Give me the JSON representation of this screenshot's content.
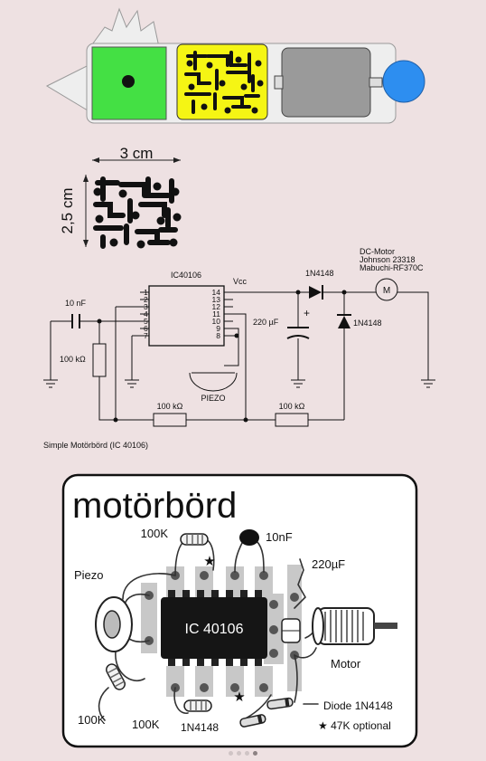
{
  "pcb_dimensions": {
    "width": "3 cm",
    "height": "2,5 cm"
  },
  "schematic": {
    "ic_name": "IC40106",
    "vcc": "Vcc",
    "pins_left": [
      "1",
      "2",
      "3",
      "4",
      "5",
      "6",
      "7"
    ],
    "pins_right": [
      "14",
      "13",
      "12",
      "11",
      "10",
      "9",
      "8"
    ],
    "cap_in": "10 nF",
    "res_left": "100 kΩ",
    "res_bottom1": "100 kΩ",
    "res_bottom2": "100 kΩ",
    "diode1": "1N4148",
    "diode2": "1N4148",
    "cap_elec": "220 µF",
    "motor_title": "DC-Motor",
    "motor_model1": "Johnson 23318",
    "motor_model2": "Mabuchi-RF370C",
    "motor_symbol": "M",
    "piezo": "PIEZO",
    "caption": "Simple Motörbörd (IC 40106)"
  },
  "layout": {
    "title": "motörbörd",
    "res_top": "100K",
    "cap": "10nF",
    "cap_elec": "220µF",
    "piezo": "Piezo",
    "ic": "IC 40106",
    "motor": "Motor",
    "res_left": "100K",
    "res_bottom": "100K",
    "diode_left": "1N4148",
    "diode_right": "Diode 1N4148",
    "optional": "★ 47K optional"
  },
  "pager": {
    "count": 4,
    "active": 4
  }
}
